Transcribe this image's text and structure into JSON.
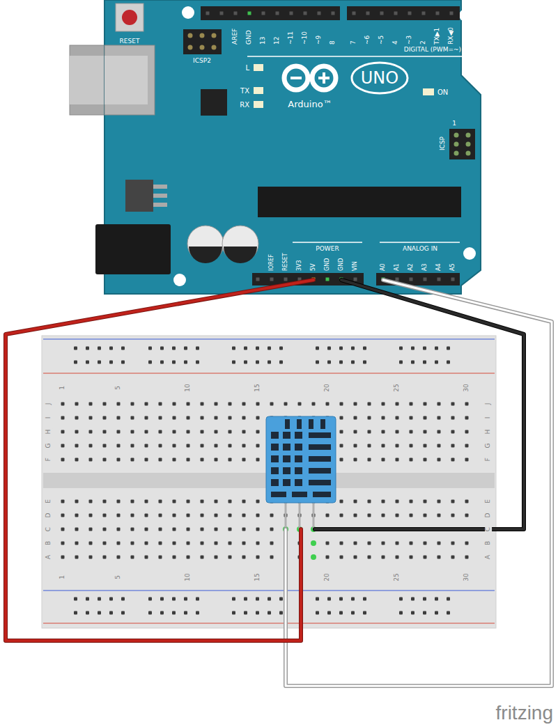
{
  "diagram": {
    "labels": [
      "RESET",
      "ICSP2",
      "AREF",
      "GND",
      "13",
      "12",
      "~11",
      "~10",
      "~9",
      "8",
      "7",
      "~6",
      "~5",
      "4",
      "~3",
      "2",
      "TX▶1",
      "RX◀0",
      "DIGITAL (PWM=~)",
      "L",
      "TX",
      "RX",
      "UNO",
      "Arduino™",
      "ON",
      "ICSP",
      "1",
      "IOREF",
      "RESET",
      "3V3",
      "5V",
      "GND",
      "GND",
      "VIN",
      "POWER",
      "ANALOG IN",
      "A0",
      "A1",
      "A2",
      "A3",
      "A4",
      "A5",
      "1",
      "5",
      "10",
      "15",
      "20",
      "25",
      "30",
      "J",
      "I",
      "H",
      "G",
      "F",
      "J",
      "I",
      "H",
      "G",
      "F",
      "E",
      "D",
      "C",
      "B",
      "A",
      "E",
      "D",
      "C",
      "B",
      "A",
      "1",
      "5",
      "10",
      "15",
      "20",
      "25",
      "30",
      "fritzing"
    ]
  }
}
